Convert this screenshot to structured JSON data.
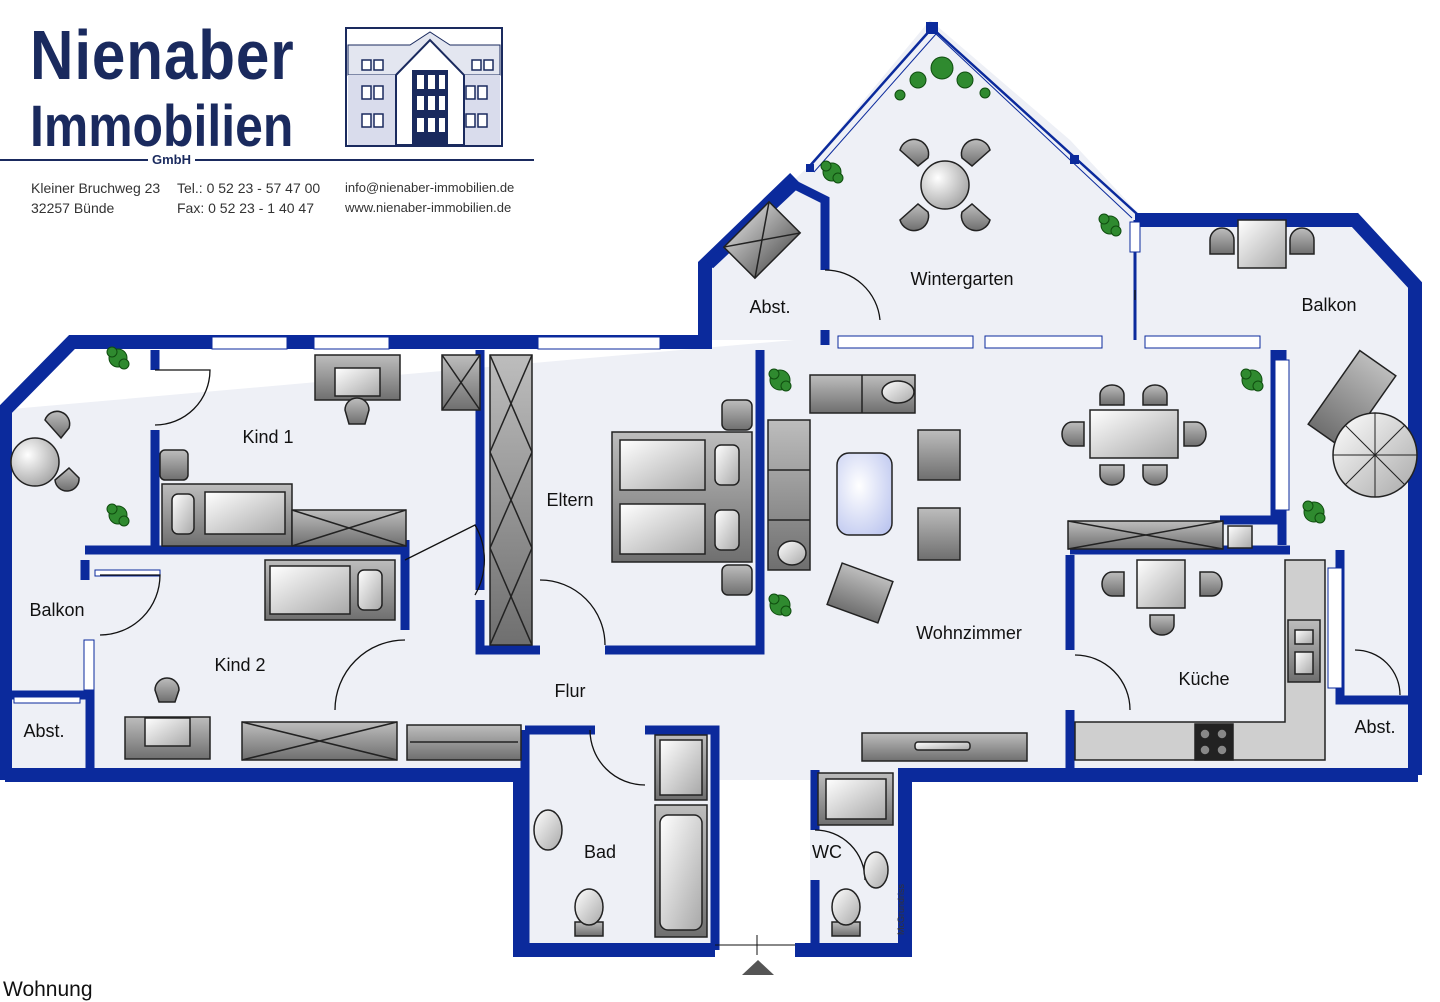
{
  "header": {
    "brand_line1": "Nienaber",
    "brand_line2": "Immobilien",
    "brand_suffix": "GmbH",
    "address_line1": "Kleiner Bruchweg 23",
    "address_line2": "32257 Bünde",
    "phone": "Tel.: 0 52 23 - 57 47 00",
    "fax": "Fax: 0 52 23 - 1 40 47",
    "email": "info@nienaber-immobilien.de",
    "website": "www.nienaber-immobilien.de"
  },
  "rooms": {
    "wintergarten": "Wintergarten",
    "abst_top": "Abst.",
    "balkon_right": "Balkon",
    "kind1": "Kind 1",
    "eltern": "Eltern",
    "balkon_left": "Balkon",
    "kind2": "Kind 2",
    "abst_left": "Abst.",
    "flur": "Flur",
    "wohnzimmer": "Wohnzimmer",
    "kueche": "Küche",
    "abst_right": "Abst.",
    "bad": "Bad",
    "wc": "WC"
  },
  "credit": "McGrundriss",
  "footer_label": "Wohnung",
  "colors": {
    "wall": "#0b2a9c",
    "floor": "#eef0f6",
    "furniture": "#8c8c8c",
    "brand": "#1a2a5e"
  }
}
